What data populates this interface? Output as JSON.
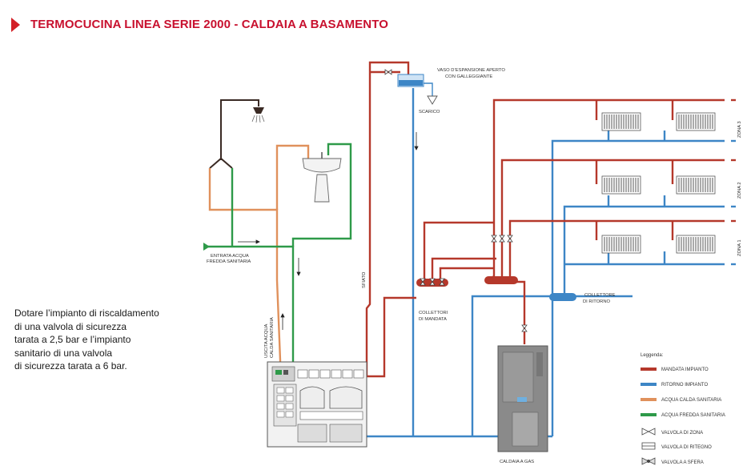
{
  "title": "TERMOCUCINA LINEA SERIE 2000 - CALDAIA A BASAMENTO",
  "description_lines": [
    "Dotare l’impianto di riscaldamento",
    "di una valvola di sicurezza",
    "tarata a 2,5 bar e l’impianto",
    "sanitario di una valvola",
    "di sicurezza tarata a 6 bar."
  ],
  "colors": {
    "title": "#c8102e",
    "mandata": "#b5382b",
    "ritorno": "#3d86c6",
    "acqua_calda": "#e0915c",
    "acqua_fredda": "#2e9a49",
    "pipe_dark": "#3a2a24"
  },
  "labels": {
    "vaso_line1": "VASO D’ESPANSIONE APERTO",
    "vaso_line2": "CON GALLEGGIANTE",
    "scarico": "SCARICO",
    "sfiato": "SFIATO",
    "entrata_line1": "ENTRATA ACQUA",
    "entrata_line2": "FREDDA SANITARIA",
    "uscita_line1": "USCITA ACQUA",
    "uscita_line2": "CALDA SANITARIA",
    "collettori_mandata_line1": "COLLETTORI",
    "collettori_mandata_line2": "DI MANDATA",
    "collettore_ritorno_line1": "COLLETTORE",
    "collettore_ritorno_line2": "DI RITORNO",
    "caldaia": "CALDAIA A GAS",
    "zona3": "ZONA 3",
    "zona2": "ZONA 2",
    "zona1": "ZONA 1"
  },
  "legend": {
    "title": "Leggenda:",
    "items": [
      {
        "label": "MANDATA IMPIANTO",
        "kind": "line",
        "color": "#b5382b"
      },
      {
        "label": "RITORNO IMPIANTO",
        "kind": "line",
        "color": "#3d86c6"
      },
      {
        "label": "ACQUA CALDA SANITARIA",
        "kind": "line",
        "color": "#e0915c"
      },
      {
        "label": "ACQUA FREDDA SANITARIA",
        "kind": "line",
        "color": "#2e9a49"
      },
      {
        "label": "VALVOLA DI ZONA",
        "kind": "valve-zone"
      },
      {
        "label": "VALVOLA DI RITEGNO",
        "kind": "valve-check"
      },
      {
        "label": "VALVOLA A SFERA",
        "kind": "valve-ball"
      }
    ]
  }
}
